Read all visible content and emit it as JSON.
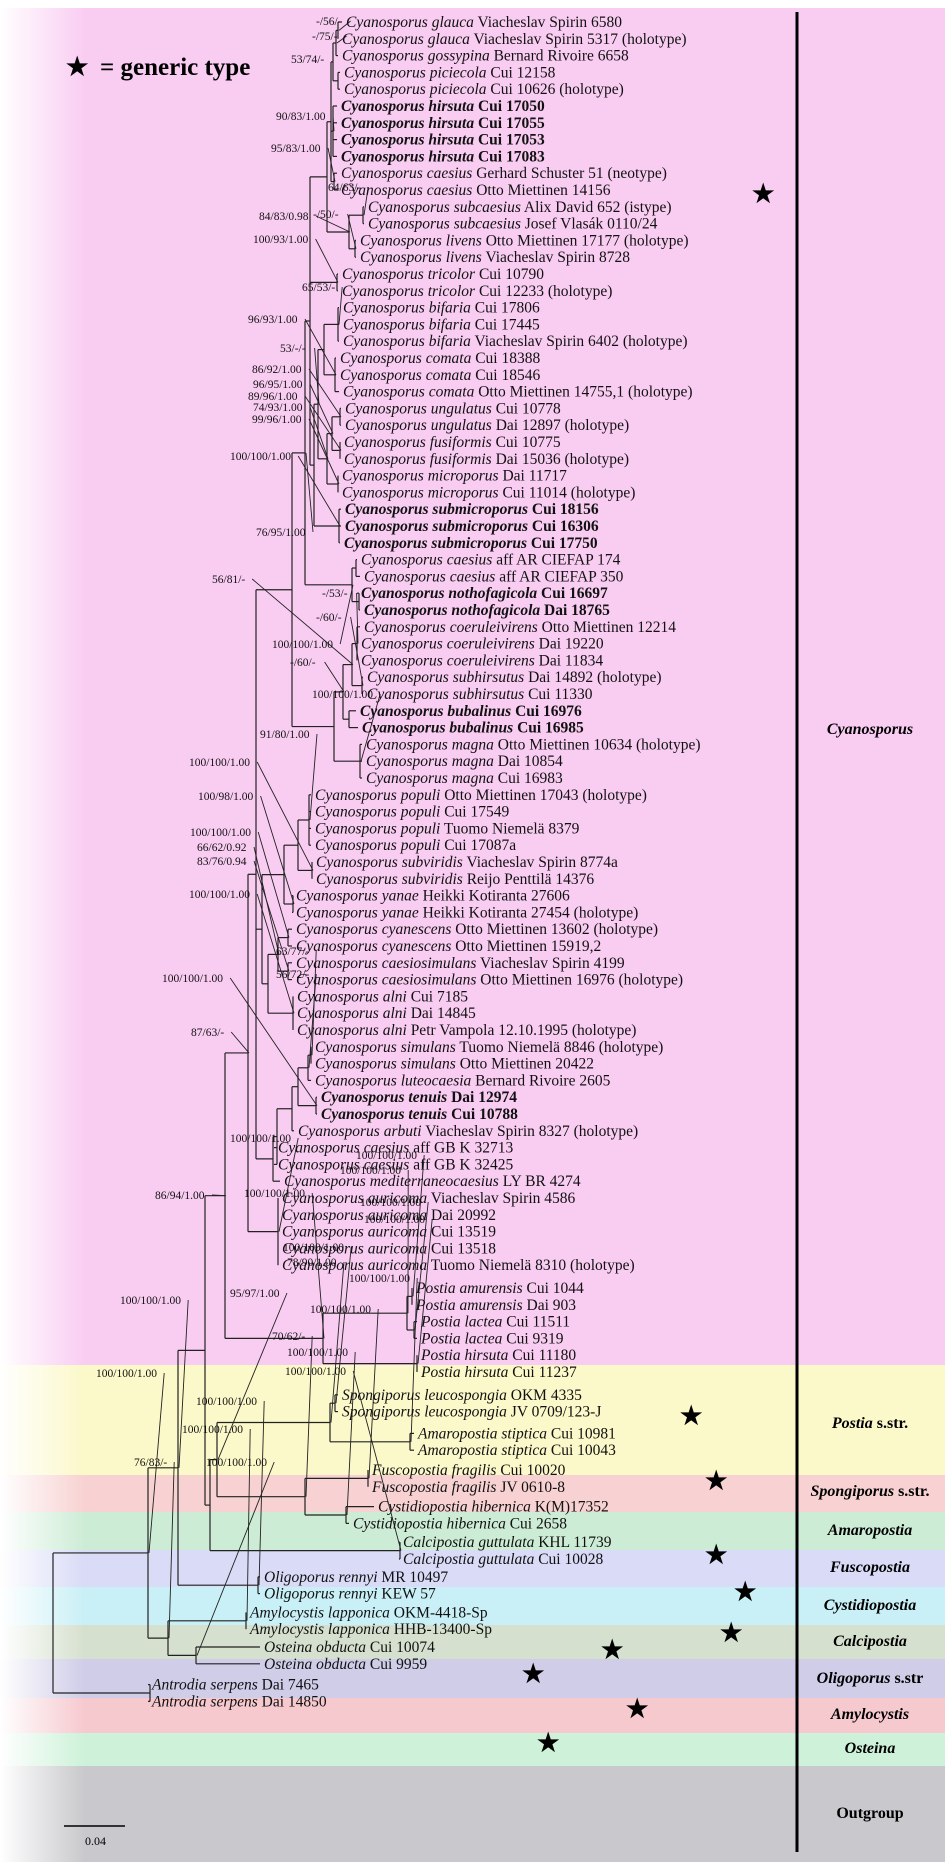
{
  "legend": {
    "symbol": "★",
    "text": "= generic type"
  },
  "scale_label": "0.04",
  "colors": {
    "Cyanosporus": "#f9cdf2",
    "Postia": "#fbf8c9",
    "Spongiporus": "#f8d2d2",
    "Amaropostia": "#cdecd6",
    "Fuscopostia": "#d9dbf7",
    "Cystidiopostia": "#c9f0f6",
    "Calcipostia": "#d6e0cf",
    "Oligoporus": "#cfcde8",
    "Amylocystis": "#f6c9cf",
    "Osteina": "#cdf2d9",
    "Outgroup": "#c9c9cd"
  },
  "clade_labels": [
    {
      "id": "Cyanosporus",
      "text": "Cyanosporus",
      "suffix": ""
    },
    {
      "id": "Postia",
      "text": "Postia",
      "suffix": " s.str."
    },
    {
      "id": "Spongiporus",
      "text": "Spongiporus",
      "suffix": " s.str."
    },
    {
      "id": "Amaropostia",
      "text": "Amaropostia",
      "suffix": ""
    },
    {
      "id": "Fuscopostia",
      "text": "Fuscopostia",
      "suffix": ""
    },
    {
      "id": "Cystidiopostia",
      "text": "Cystidiopostia",
      "suffix": ""
    },
    {
      "id": "Calcipostia",
      "text": "Calcipostia",
      "suffix": ""
    },
    {
      "id": "Oligoporus",
      "text": "Oligoporus",
      "suffix": " s.str"
    },
    {
      "id": "Amylocystis",
      "text": "Amylocystis",
      "suffix": ""
    },
    {
      "id": "Osteina",
      "text": "Osteina",
      "suffix": ""
    },
    {
      "id": "Outgroup",
      "text": "",
      "suffix": "Outgroup"
    }
  ],
  "taxa": [
    {
      "sp": "Cyanosporus glauca",
      "v": "Viacheslav Spirin 6580",
      "b": false
    },
    {
      "sp": "Cyanosporus glauca",
      "v": "Viacheslav Spirin 5317 (holotype)",
      "b": false
    },
    {
      "sp": "Cyanosporus gossypina",
      "v": "Bernard Rivoire 6658",
      "b": false
    },
    {
      "sp": "Cyanosporus piciecola",
      "v": "Cui 12158",
      "b": false
    },
    {
      "sp": "Cyanosporus piciecola",
      "v": "Cui 10626 (holotype)",
      "b": false
    },
    {
      "sp": "Cyanosporus hirsuta",
      "v": "Cui 17050",
      "b": true
    },
    {
      "sp": "Cyanosporus hirsuta",
      "v": "Cui 17055",
      "b": true
    },
    {
      "sp": "Cyanosporus hirsuta",
      "v": "Cui 17053",
      "b": true
    },
    {
      "sp": "Cyanosporus hirsuta",
      "v": "Cui 17083",
      "b": true
    },
    {
      "sp": "Cyanosporus caesius",
      "v": "Gerhard Schuster 51 (neotype)",
      "b": false
    },
    {
      "sp": "Cyanosporus caesius",
      "v": "Otto Miettinen 14156",
      "b": false
    },
    {
      "sp": "Cyanosporus subcaesius",
      "v": "Alix David 652 (istype)",
      "b": false
    },
    {
      "sp": "Cyanosporus subcaesius",
      "v": "Josef Vlasák 0110/24",
      "b": false
    },
    {
      "sp": "Cyanosporus livens",
      "v": "Otto Miettinen 17177 (holotype)",
      "b": false
    },
    {
      "sp": "Cyanosporus livens",
      "v": "Viacheslav Spirin 8728",
      "b": false
    },
    {
      "sp": "Cyanosporus tricolor",
      "v": "Cui 10790",
      "b": false
    },
    {
      "sp": "Cyanosporus tricolor",
      "v": "Cui 12233 (holotype)",
      "b": false
    },
    {
      "sp": "Cyanosporus bifaria",
      "v": "Cui 17806",
      "b": false
    },
    {
      "sp": "Cyanosporus bifaria",
      "v": "Cui 17445",
      "b": false
    },
    {
      "sp": "Cyanosporus bifaria",
      "v": "Viacheslav Spirin 6402 (holotype)",
      "b": false
    },
    {
      "sp": "Cyanosporus comata",
      "v": "Cui 18388",
      "b": false
    },
    {
      "sp": "Cyanosporus comata",
      "v": "Cui 18546",
      "b": false
    },
    {
      "sp": "Cyanosporus comata",
      "v": "Otto Miettinen 14755,1 (holotype)",
      "b": false
    },
    {
      "sp": "Cyanosporus ungulatus",
      "v": "Cui 10778",
      "b": false
    },
    {
      "sp": "Cyanosporus ungulatus",
      "v": "Dai 12897 (holotype)",
      "b": false
    },
    {
      "sp": "Cyanosporus fusiformis",
      "v": "Cui 10775",
      "b": false
    },
    {
      "sp": "Cyanosporus fusiformis",
      "v": "Dai 15036 (holotype)",
      "b": false
    },
    {
      "sp": "Cyanosporus microporus",
      "v": "Dai 11717",
      "b": false
    },
    {
      "sp": "Cyanosporus microporus",
      "v": "Cui 11014 (holotype)",
      "b": false
    },
    {
      "sp": "Cyanosporus submicroporus",
      "v": "Cui 18156",
      "b": true
    },
    {
      "sp": "Cyanosporus submicroporus",
      "v": "Cui 16306",
      "b": true
    },
    {
      "sp": "Cyanosporus submicroporus",
      "v": "Cui 17750",
      "b": true
    },
    {
      "sp": "Cyanosporus caesius",
      "v": "aff AR CIEFAP 174",
      "b": false
    },
    {
      "sp": "Cyanosporus caesius",
      "v": "aff AR CIEFAP 350",
      "b": false
    },
    {
      "sp": "Cyanosporus nothofagicola",
      "v": "Cui 16697",
      "b": true
    },
    {
      "sp": "Cyanosporus nothofagicola",
      "v": "Dai 18765",
      "b": true
    },
    {
      "sp": "Cyanosporus coeruleivirens",
      "v": "Otto Miettinen 12214",
      "b": false
    },
    {
      "sp": "Cyanosporus coeruleivirens",
      "v": "Dai 19220",
      "b": false
    },
    {
      "sp": "Cyanosporus coeruleivirens",
      "v": "Dai 11834",
      "b": false
    },
    {
      "sp": "Cyanosporus subhirsutus",
      "v": "Dai 14892 (holotype)",
      "b": false
    },
    {
      "sp": "Cyanosporus subhirsutus",
      "v": "Cui 11330",
      "b": false
    },
    {
      "sp": "Cyanosporus bubalinus",
      "v": "Cui 16976",
      "b": true
    },
    {
      "sp": "Cyanosporus bubalinus",
      "v": "Cui 16985",
      "b": true
    },
    {
      "sp": "Cyanosporus magna",
      "v": "Otto Miettinen 10634 (holotype)",
      "b": false
    },
    {
      "sp": "Cyanosporus magna",
      "v": "Dai 10854",
      "b": false
    },
    {
      "sp": "Cyanosporus magna",
      "v": "Cui 16983",
      "b": false
    },
    {
      "sp": "Cyanosporus populi",
      "v": "Otto Miettinen 17043 (holotype)",
      "b": false
    },
    {
      "sp": "Cyanosporus populi",
      "v": "Cui 17549",
      "b": false
    },
    {
      "sp": "Cyanosporus populi",
      "v": "Tuomo Niemelä 8379",
      "b": false
    },
    {
      "sp": "Cyanosporus populi",
      "v": "Cui 17087a",
      "b": false
    },
    {
      "sp": "Cyanosporus subviridis",
      "v": "Viacheslav Spirin 8774a",
      "b": false
    },
    {
      "sp": "Cyanosporus subviridis",
      "v": "Reijo Penttilä 14376",
      "b": false
    },
    {
      "sp": "Cyanosporus yanae",
      "v": "Heikki Kotiranta 27606",
      "b": false
    },
    {
      "sp": "Cyanosporus yanae",
      "v": "Heikki Kotiranta 27454 (holotype)",
      "b": false
    },
    {
      "sp": "Cyanosporus cyanescens",
      "v": "Otto Miettinen 13602 (holotype)",
      "b": false
    },
    {
      "sp": "Cyanosporus cyanescens",
      "v": "Otto Miettinen 15919,2",
      "b": false
    },
    {
      "sp": "Cyanosporus caesiosimulans",
      "v": "Viacheslav Spirin 4199",
      "b": false
    },
    {
      "sp": "Cyanosporus caesiosimulans",
      "v": "Otto Miettinen 16976 (holotype)",
      "b": false
    },
    {
      "sp": "Cyanosporus alni",
      "v": "Cui 7185",
      "b": false
    },
    {
      "sp": "Cyanosporus alni",
      "v": "Dai 14845",
      "b": false
    },
    {
      "sp": "Cyanosporus alni",
      "v": "Petr Vampola 12.10.1995 (holotype)",
      "b": false
    },
    {
      "sp": "Cyanosporus simulans",
      "v": "Tuomo Niemelä 8846 (holotype)",
      "b": false
    },
    {
      "sp": "Cyanosporus simulans",
      "v": "Otto Miettinen 20422",
      "b": false
    },
    {
      "sp": "Cyanosporus luteocaesia",
      "v": "Bernard Rivoire 2605",
      "b": false
    },
    {
      "sp": "Cyanosporus tenuis",
      "v": "Dai 12974",
      "b": true
    },
    {
      "sp": "Cyanosporus tenuis",
      "v": "Cui 10788",
      "b": true
    },
    {
      "sp": "Cyanosporus arbuti",
      "v": "Viacheslav Spirin 8327 (holotype)",
      "b": false
    },
    {
      "sp": "Cyanosporus caesius",
      "v": "aff GB K 32713",
      "b": false
    },
    {
      "sp": "Cyanosporus caesius",
      "v": "aff GB K 32425",
      "b": false
    },
    {
      "sp": "Cyanosporus mediterraneocaesius",
      "v": "LY BR 4274",
      "b": false
    },
    {
      "sp": "Cyanosporus auricoma",
      "v": "Viacheslav Spirin 4586",
      "b": false
    },
    {
      "sp": "Cyanosporus auricoma",
      "v": "Dai 20992",
      "b": false
    },
    {
      "sp": "Cyanosporus auricoma",
      "v": "Cui 13519",
      "b": false
    },
    {
      "sp": "Cyanosporus auricoma",
      "v": "Cui 13518",
      "b": false
    },
    {
      "sp": "Cyanosporus auricoma",
      "v": "Tuomo Niemelä 8310 (holotype)",
      "b": false
    },
    {
      "sp": "Postia amurensis",
      "v": "Cui 1044",
      "b": false
    },
    {
      "sp": "Postia amurensis",
      "v": "Dai 903",
      "b": false
    },
    {
      "sp": "Postia lactea",
      "v": "Cui 11511",
      "b": false
    },
    {
      "sp": "Postia lactea",
      "v": "Cui 9319",
      "b": false
    },
    {
      "sp": "Postia hirsuta",
      "v": "Cui 11180",
      "b": false
    },
    {
      "sp": "Postia hirsuta",
      "v": "Cui 11237",
      "b": false
    },
    {
      "sp": "Spongiporus leucospongia",
      "v": "OKM 4335",
      "b": false
    },
    {
      "sp": "Spongiporus leucospongia",
      "v": "JV 0709/123-J",
      "b": false
    },
    {
      "sp": "Amaropostia stiptica",
      "v": "Cui 10981",
      "b": false
    },
    {
      "sp": "Amaropostia stiptica",
      "v": "Cui 10043",
      "b": false
    },
    {
      "sp": "Fuscopostia fragilis",
      "v": "Cui 10020",
      "b": false
    },
    {
      "sp": "Fuscopostia fragilis",
      "v": "JV 0610-8",
      "b": false
    },
    {
      "sp": "Cystidiopostia hibernica",
      "v": "K(M)17352",
      "b": false
    },
    {
      "sp": "Cystidiopostia hibernica",
      "v": "Cui 2658",
      "b": false
    },
    {
      "sp": "Calcipostia guttulata",
      "v": "KHL 11739",
      "b": false
    },
    {
      "sp": "Calcipostia guttulata",
      "v": "Cui 10028",
      "b": false
    },
    {
      "sp": "Oligoporus rennyi",
      "v": "MR 10497",
      "b": false
    },
    {
      "sp": "Oligoporus rennyi",
      "v": "KEW 57",
      "b": false
    },
    {
      "sp": "Amylocystis lapponica",
      "v": "OKM-4418-Sp",
      "b": false
    },
    {
      "sp": "Amylocystis lapponica",
      "v": "HHB-13400-Sp",
      "b": false
    },
    {
      "sp": "Osteina obducta",
      "v": "Cui 10074",
      "b": false
    },
    {
      "sp": "Osteina obducta",
      "v": "Cui 9959",
      "b": false
    },
    {
      "sp": "Antrodia serpens",
      "v": "Dai 7465",
      "b": false
    },
    {
      "sp": "Antrodia serpens",
      "v": "Dai 14850",
      "b": false
    }
  ],
  "support_values": [
    "-/56/-",
    "-/75/-",
    "53/74/-",
    "90/83/1.00",
    "95/83/1.00",
    "64/63/-",
    "-/50/-",
    "84/83/0.98",
    "100/93/1.00",
    "65/53/-",
    "96/93/1.00",
    "53/-/-",
    "86/92/1.00",
    "96/95/1.00",
    "89/96/1.00",
    "74/93/1.00",
    "99/96/1.00",
    "100/100/1.00",
    "76/95/1.00",
    "100/100/1.00",
    "-/53/-",
    "56/81/-",
    "-/60/-",
    "-/60/-",
    "100/100/1.00",
    "91/80/1.00",
    "100/100/1.00",
    "100/98/1.00",
    "100/100/1.00",
    "66/62/0.92",
    "83/76/0.94",
    "100/100/1.00",
    "63/77/-",
    "56/72/-",
    "100/100/1.00",
    "87/63/-",
    "100/100/1.00",
    "100/100/1.00",
    "100/100/1.00",
    "100/100/1.00",
    "100/100/1.00",
    "100/100/1.00",
    "100/100/1.00",
    "78/90/1.00",
    "100/100/1.00",
    "86/94/1.00",
    "95/97/1.00",
    "100/100/1.00",
    "70/62/-",
    "100/100/1.00",
    "100/100/1.00",
    "100/100/1.00",
    "100/100/1.00",
    "100/100/1.00",
    "100/100/1.00",
    "76/83/-",
    "100/100/1.00"
  ]
}
